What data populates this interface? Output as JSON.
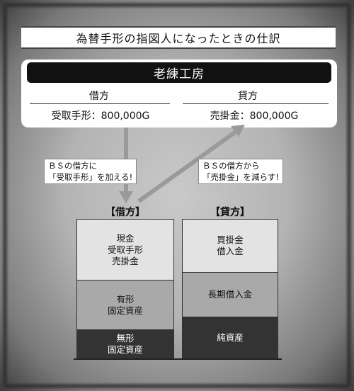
{
  "title": "為替手形の指図人になったときの仕訳",
  "journal": {
    "company": "老練工房",
    "debit_label": "借方",
    "credit_label": "貸方",
    "debit_entry": "受取手形：800,000G",
    "credit_entry": "売掛金：800,000G"
  },
  "notes": {
    "left_line1": "ＢＳの借方に",
    "left_line2": "「受取手形」を加える!",
    "right_line1": "ＢＳの借方から",
    "right_line2": "「売掛金」を減らす!"
  },
  "balance_sheet": {
    "debit_heading": "【借方】",
    "credit_heading": "【貸方】",
    "debit_blocks": [
      {
        "lines": [
          "現金",
          "受取手形",
          "売掛金"
        ]
      },
      {
        "lines": [
          "有形",
          "固定資産"
        ]
      },
      {
        "lines": [
          "無形",
          "固定資産"
        ]
      }
    ],
    "credit_blocks": [
      {
        "lines": [
          "買掛金",
          "借入金"
        ]
      },
      {
        "lines": [
          "長期借入金"
        ]
      },
      {
        "lines": [
          "純資産"
        ]
      }
    ]
  }
}
